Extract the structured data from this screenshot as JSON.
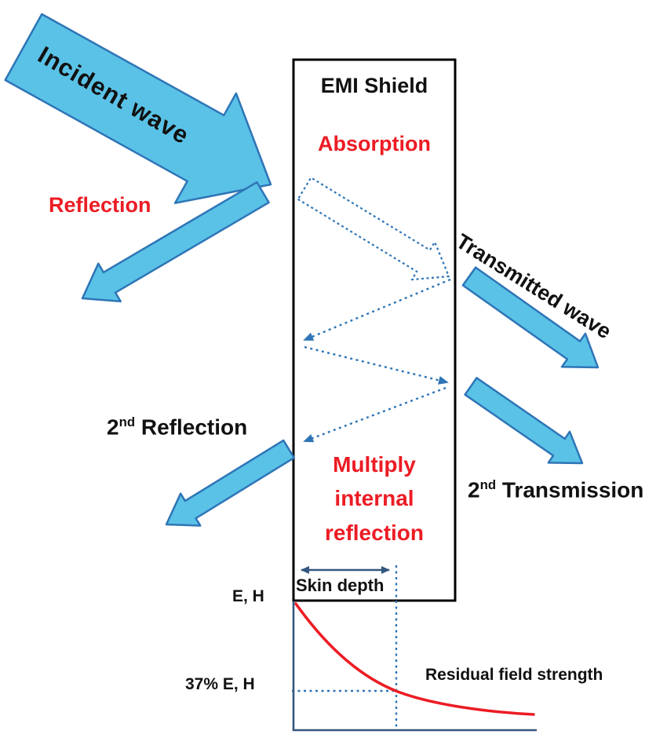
{
  "labels": {
    "shield": "EMI Shield",
    "absorption": "Absorption",
    "incident_wave": "Incident wave",
    "reflection": "Reflection",
    "transmitted_wave": "Transmitted wave",
    "second_reflection_base": "2",
    "second_reflection_sup": "nd",
    "second_reflection_rest": "Reflection",
    "second_transmission_base": "2",
    "second_transmission_sup": "nd",
    "second_transmission_rest": "Transmission",
    "multiple_reflection": [
      "Multiply",
      "internal",
      "reflection"
    ],
    "skin_depth": "Skin depth",
    "field_top": "E, H",
    "field_37": "37% E, H",
    "residual": "Residual field strength"
  },
  "colors": {
    "arrow_fill": "#5BC2E7",
    "arrow_stroke": "#2E75B6",
    "dotted_blue": "#2E75B6",
    "axis_blue": "#33577F",
    "red": "#EC1C24",
    "shield_border": "#000000"
  }
}
